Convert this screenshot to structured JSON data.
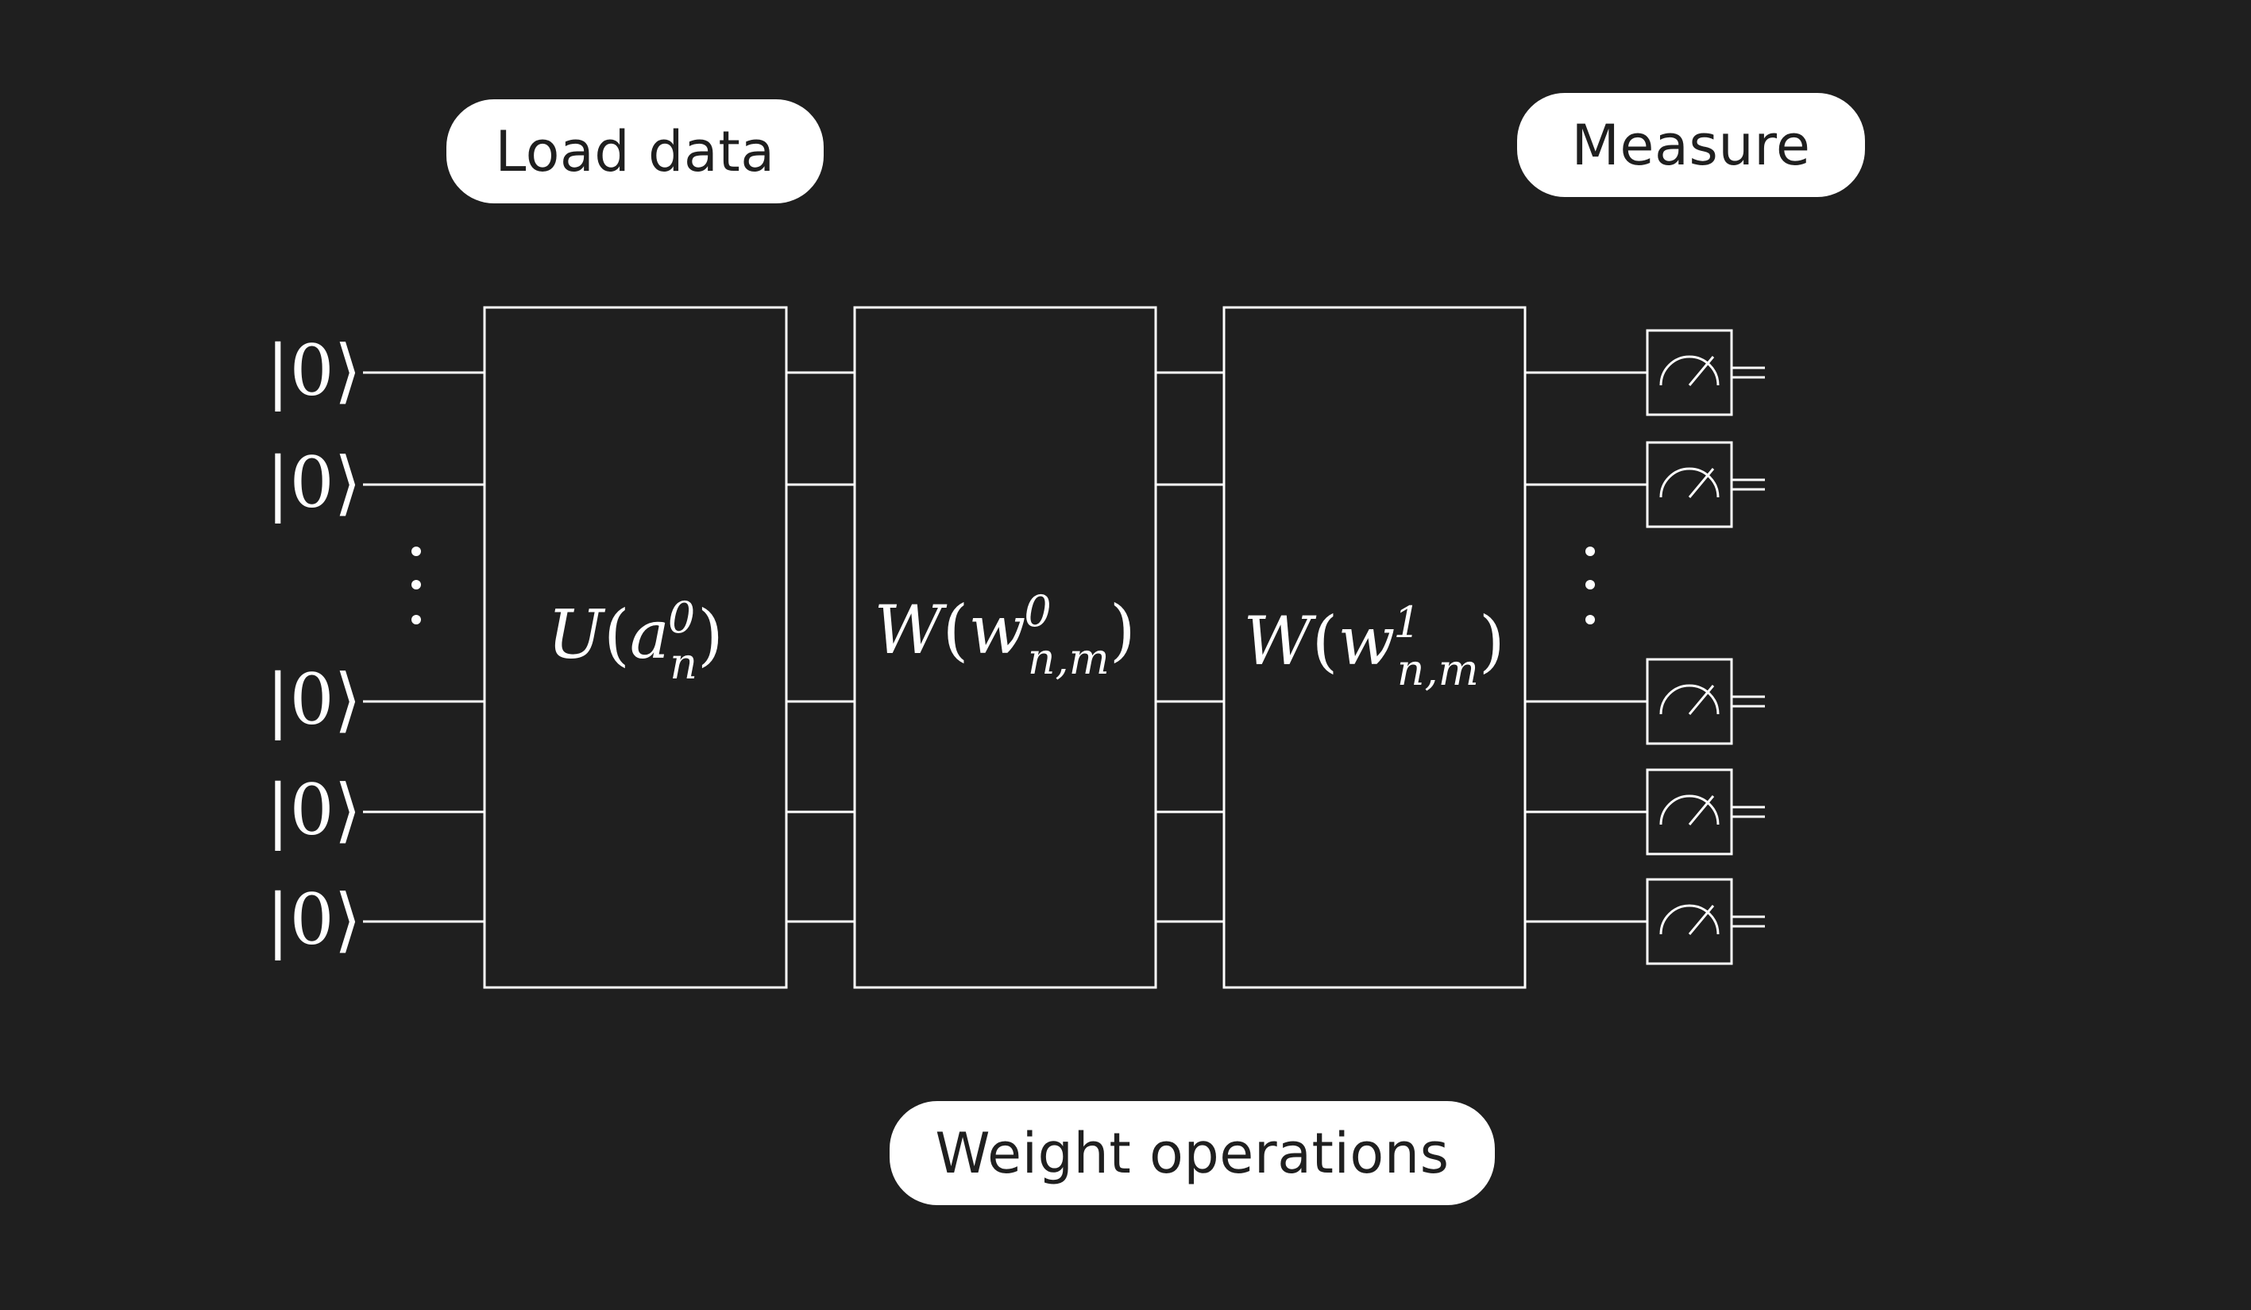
{
  "labels": {
    "load_data": "Load data",
    "measure": "Measure",
    "weight_operations": "Weight operations"
  },
  "inputs": [
    "|0⟩",
    "|0⟩",
    "|0⟩",
    "|0⟩",
    "|0⟩"
  ],
  "gates": [
    {
      "symbol": "U",
      "arg": "a",
      "sup": "0",
      "sub": "n"
    },
    {
      "symbol": "W",
      "arg": "w",
      "sup": "0",
      "sub": "n,m"
    },
    {
      "symbol": "W",
      "arg": "w",
      "sup": "1",
      "sub": "n,m"
    }
  ],
  "colors": {
    "background": "#1f1f1f",
    "wire": "#ffffff",
    "pill_bg": "#ffffff",
    "pill_text": "#1f1f1f"
  }
}
